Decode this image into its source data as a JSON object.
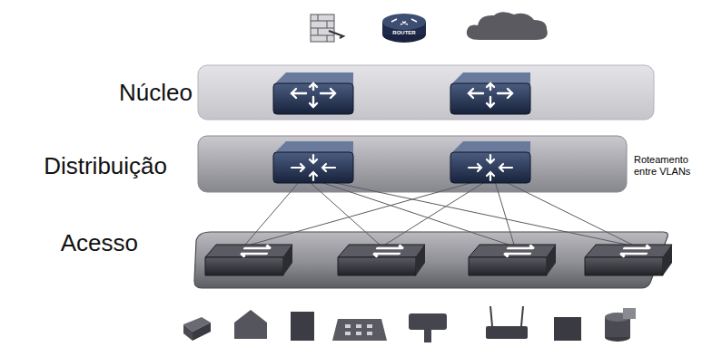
{
  "diagram": {
    "nodes": [
      {
        "text": [
          "Núcleo"
        ]
      },
      {
        "text": [
          "Distribuição",
          "Roteamento entre VLANs"
        ]
      },
      {
        "text": [
          "Acesso"
        ]
      }
    ],
    "labels": [
      "ROUTER"
    ]
  }
}
